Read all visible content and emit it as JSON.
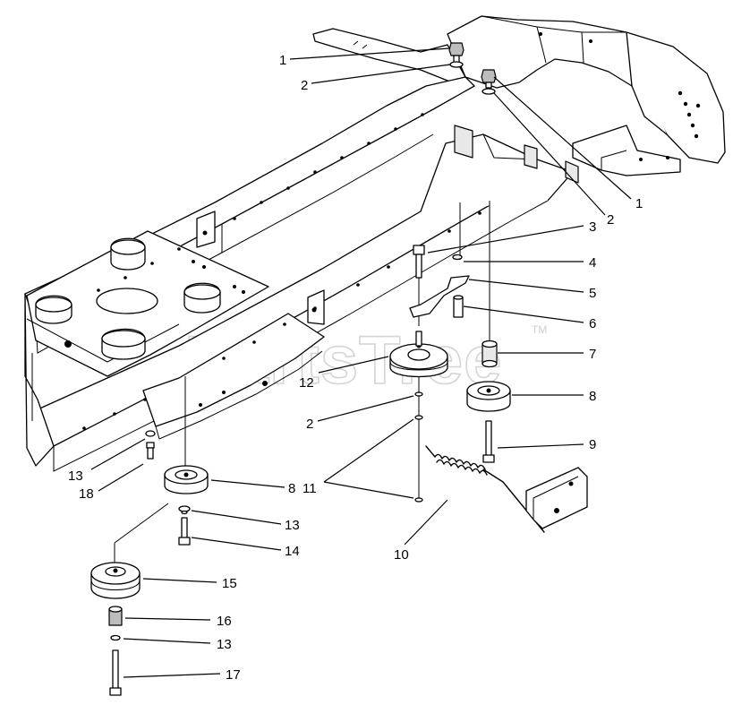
{
  "watermark": {
    "text": "PartsTree",
    "trademark": "TM"
  },
  "callouts": [
    {
      "id": "c1a",
      "label": "1"
    },
    {
      "id": "c2a",
      "label": "2"
    },
    {
      "id": "c1b",
      "label": "1"
    },
    {
      "id": "c2b",
      "label": "2"
    },
    {
      "id": "c3",
      "label": "3"
    },
    {
      "id": "c4",
      "label": "4"
    },
    {
      "id": "c5",
      "label": "5"
    },
    {
      "id": "c6",
      "label": "6"
    },
    {
      "id": "c7",
      "label": "7"
    },
    {
      "id": "c8a",
      "label": "8"
    },
    {
      "id": "c9",
      "label": "9"
    },
    {
      "id": "c12",
      "label": "12"
    },
    {
      "id": "c2c",
      "label": "2"
    },
    {
      "id": "c11",
      "label": "11"
    },
    {
      "id": "c10",
      "label": "10"
    },
    {
      "id": "c13a",
      "label": "13"
    },
    {
      "id": "c18",
      "label": "18"
    },
    {
      "id": "c8b",
      "label": "8"
    },
    {
      "id": "c13b",
      "label": "13"
    },
    {
      "id": "c14",
      "label": "14"
    },
    {
      "id": "c15",
      "label": "15"
    },
    {
      "id": "c16",
      "label": "16"
    },
    {
      "id": "c13c",
      "label": "13"
    },
    {
      "id": "c17",
      "label": "17"
    }
  ]
}
